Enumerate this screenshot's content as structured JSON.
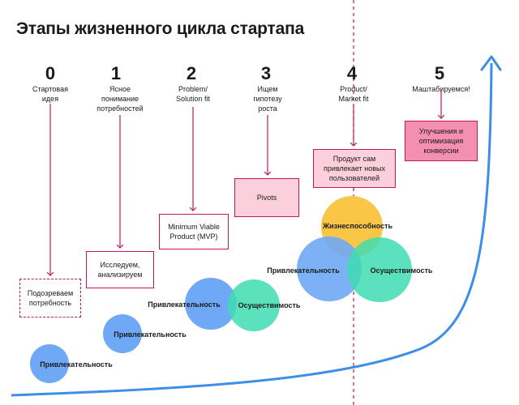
{
  "title": "Этапы жизненного цикла стартапа",
  "colors": {
    "blue": "#6fa8f5",
    "green": "#3fdcb2",
    "yellow": "#f9c646",
    "pink": "#c2185b",
    "curve": "#3d8ee8"
  },
  "stages": [
    {
      "num": "0",
      "label": "Стартовая\nидея"
    },
    {
      "num": "1",
      "label": "Ясное\nпонимание\nпотребностей"
    },
    {
      "num": "2",
      "label": "Problem/\nSolution fit"
    },
    {
      "num": "3",
      "label": "Ищем\nгипотезу\nроста"
    },
    {
      "num": "4",
      "label": "Product/\nMarket fit"
    },
    {
      "num": "5",
      "label": "Маштабируемся!"
    }
  ],
  "boxes": [
    {
      "text": "Подозреваем\nпотребность"
    },
    {
      "text": "Исследуем,\nанализируем"
    },
    {
      "text": "Minimum Viable\nProduct (MVP)"
    },
    {
      "text": "Pivots"
    },
    {
      "text": "Продукт сам\nпривлекает новых\nпользователей"
    },
    {
      "text": "Улучшения и\nоптимизация\nконверсии"
    }
  ],
  "circles": {
    "attractiveness": "Привлекательность",
    "feasibility": "Осуществимость",
    "viability": "Жизнеспособность"
  }
}
